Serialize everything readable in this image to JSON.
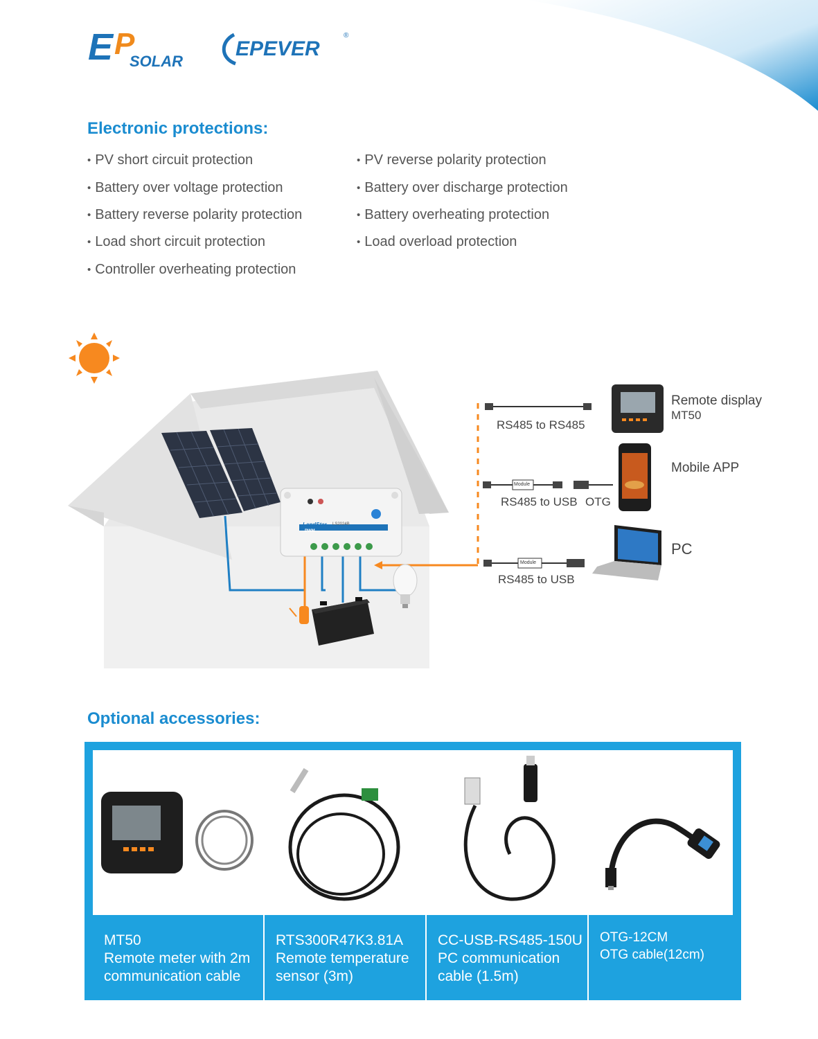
{
  "brand": {
    "logo_primary": "EPSOLAR",
    "logo_secondary": "EPEVER",
    "accent_color": "#1a8cd0",
    "panel_color": "#1ea2df"
  },
  "protections": {
    "heading": "Electronic protections:",
    "left": [
      "PV short circuit protection",
      "Battery over voltage protection",
      "Battery reverse polarity protection",
      "Load short circuit protection",
      "Controller overheating protection"
    ],
    "right": [
      "PV reverse polarity protection",
      "Battery over discharge protection",
      "Battery overheating protection",
      "Load overload protection"
    ]
  },
  "diagram": {
    "controller_brand": "LandStar",
    "controller_model": "LS2024B",
    "controller_strip": "PWM",
    "cables": {
      "rs485_to_rs485": "RS485 to RS485",
      "rs485_to_usb_mobile": "RS485 to USB",
      "otg": "OTG",
      "rs485_to_usb_pc": "RS485 to USB",
      "module": "Module"
    },
    "devices": {
      "remote_display_line1": "Remote display",
      "remote_display_line2": "MT50",
      "mobile_app": "Mobile APP",
      "pc": "PC"
    }
  },
  "accessories": {
    "heading": "Optional accessories:",
    "items": [
      {
        "name": "MT50",
        "desc1": "Remote meter with 2m",
        "desc2": "communication cable"
      },
      {
        "name": "RTS300R47K3.81A",
        "desc1": "Remote temperature",
        "desc2": "sensor (3m)"
      },
      {
        "name": "CC-USB-RS485-150U",
        "desc1": "PC communication",
        "desc2": "cable (1.5m)"
      },
      {
        "name": "OTG-12CM",
        "desc1": "OTG cable(12cm)",
        "desc2": ""
      }
    ]
  }
}
